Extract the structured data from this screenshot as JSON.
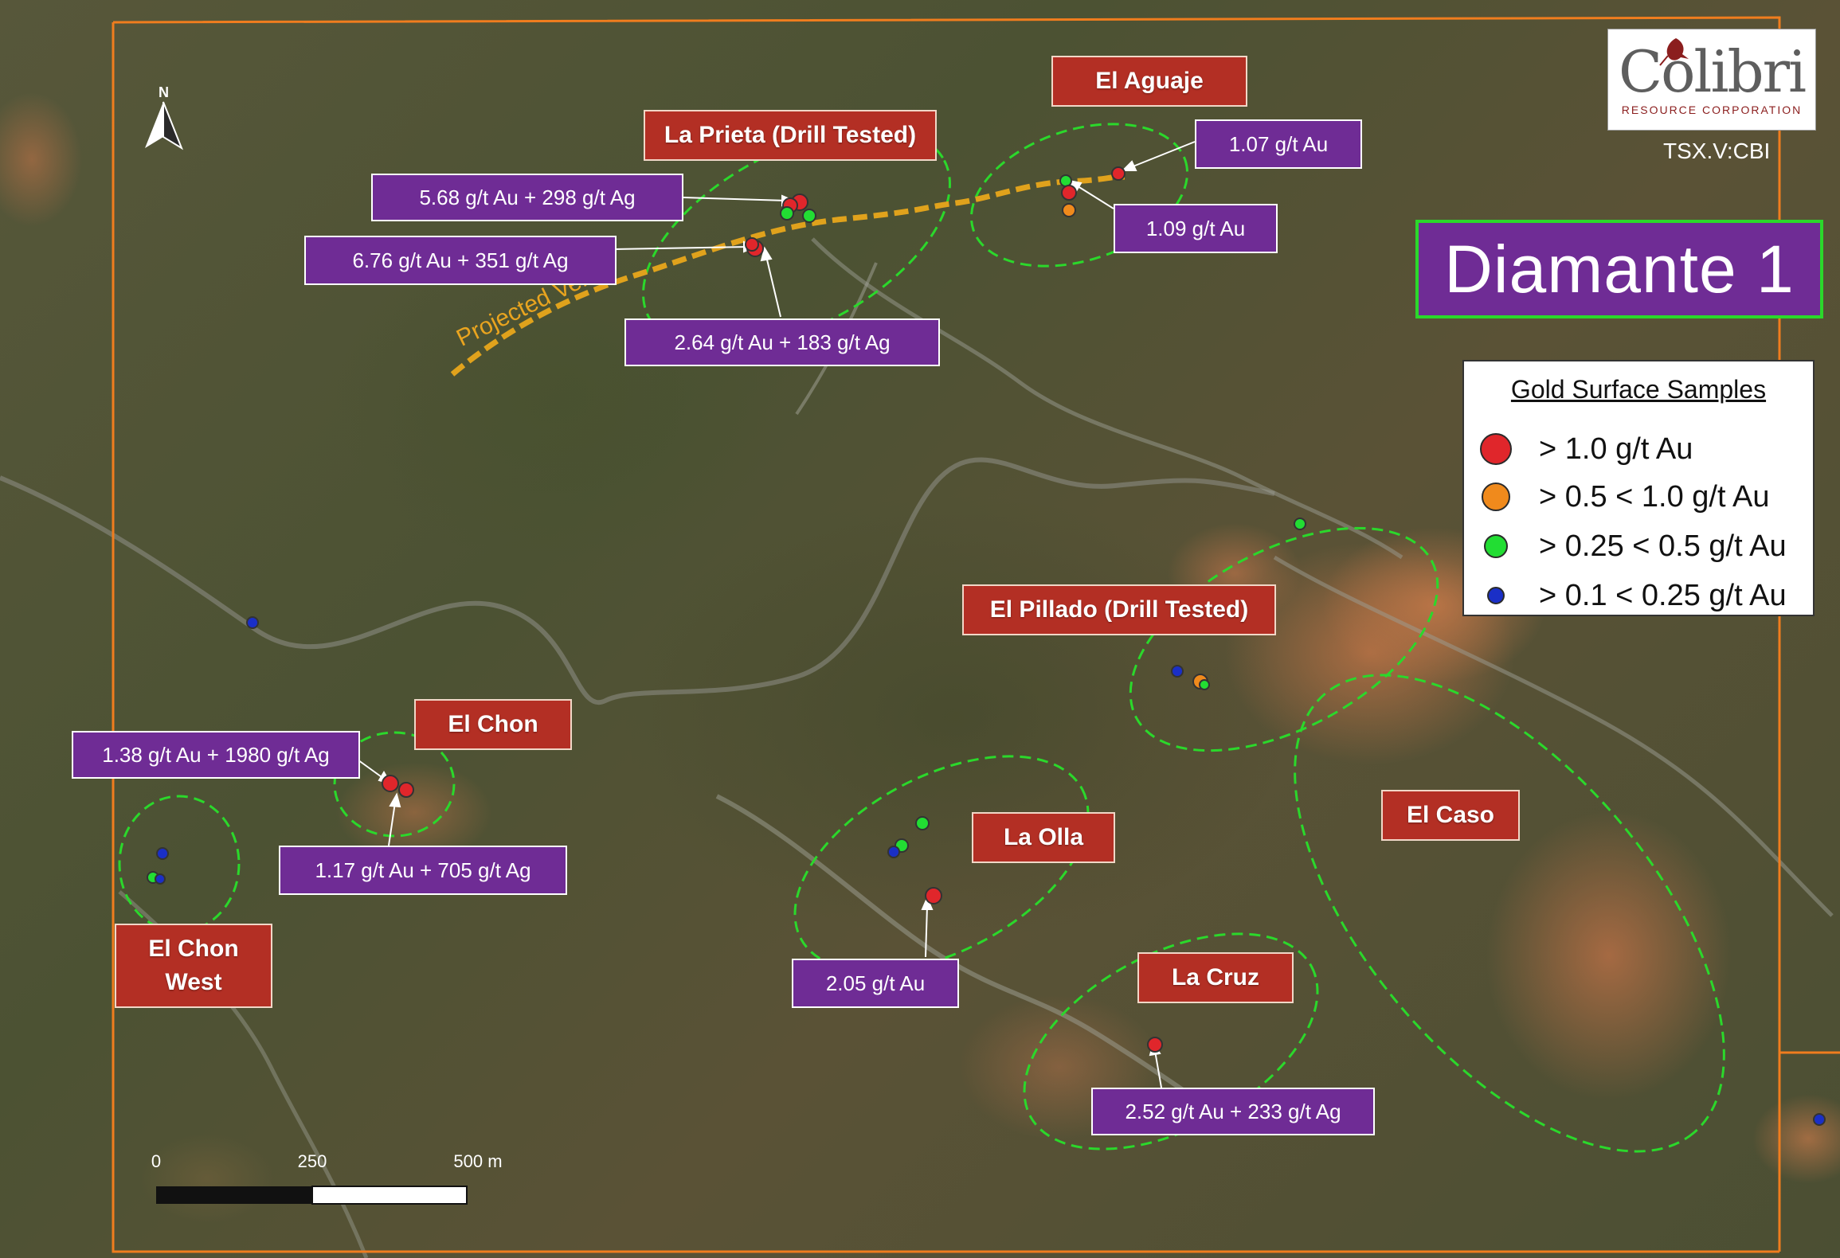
{
  "brand": {
    "logo_word": "Colibri",
    "logo_sub": "RESOURCE CORPORATION",
    "ticker": "TSX.V:CBI"
  },
  "project_title": "Diamante 1",
  "legend": {
    "title": "Gold Surface Samples",
    "items": [
      {
        "label": "> 1.0 g/t Au",
        "color": "#e0262b"
      },
      {
        "label": "> 0.5 < 1.0 g/t Au",
        "color": "#f08a1c"
      },
      {
        "label": "> 0.25 < 0.5 g/t Au",
        "color": "#22dd33"
      },
      {
        "label": "> 0.1 < 0.25 g/t Au",
        "color": "#1a2fc7"
      }
    ]
  },
  "north_label": "N",
  "vein_label": "Projected Vein",
  "scale_bar": {
    "labels": [
      "0",
      "250",
      "500 m"
    ]
  },
  "zones": {
    "la_prieta": "La Prieta (Drill Tested)",
    "el_aguaje": "El Aguaje",
    "el_pillado": "El Pillado (Drill Tested)",
    "el_chon": "El Chon",
    "el_chon_west_1": "El Chon",
    "el_chon_west_2": "West",
    "la_olla": "La Olla",
    "el_caso": "El Caso",
    "la_cruz": "La Cruz"
  },
  "assays": {
    "a1": "5.68 g/t Au + 298 g/t Ag",
    "a2": "6.76 g/t Au + 351 g/t Ag",
    "a3": "2.64 g/t Au + 183 g/t Ag",
    "a4": "1.07 g/t Au",
    "a5": "1.09 g/t Au",
    "a6": "1.38 g/t Au + 1980 g/t Ag",
    "a7": "1.17 g/t Au + 705 g/t Ag",
    "a8": "2.05 g/t Au",
    "a9": "2.52 g/t Au + 233 g/t Ag"
  },
  "colors": {
    "zone_box": "#b32f24",
    "assay_box": "#6f2c95",
    "boundary": "#f07d1e",
    "zone_outline": "#2bd82b",
    "vein": "#e0a21c"
  }
}
